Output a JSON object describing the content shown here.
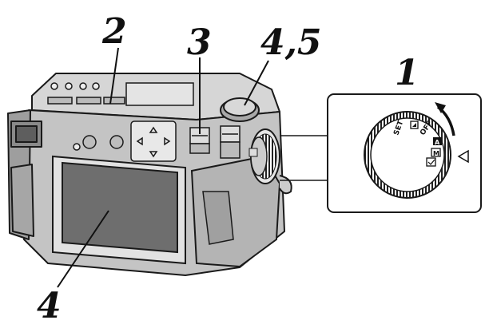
{
  "callouts": {
    "c1": "1",
    "c2": "2",
    "c3": "3",
    "c45": "4,5",
    "c4": "4"
  },
  "dial": {
    "set_label": "SET",
    "off_label": "OFF",
    "a_label": "A",
    "m_label": "M"
  },
  "colors": {
    "body": "#c9c9c9",
    "body_dark": "#9a9a9a",
    "lcd": "#6e6e6e",
    "outline": "#1a1a1a"
  }
}
